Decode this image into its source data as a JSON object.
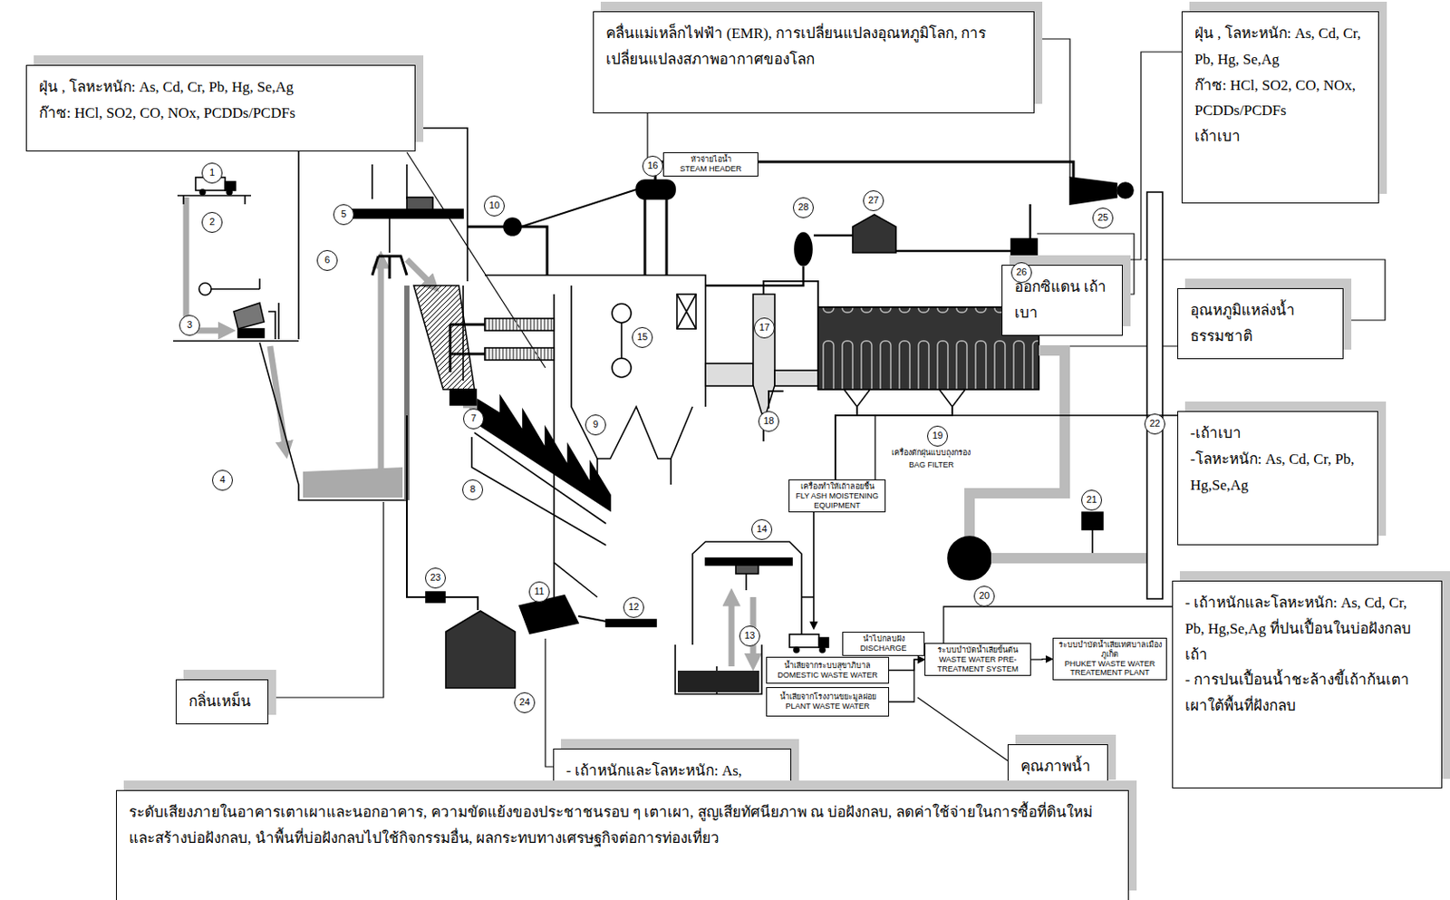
{
  "diagram": {
    "nodes": [
      {
        "text": [
          "ฝุ่น , โลหะหนัก: As, Cd, Cr, Pb, Hg, Se,Ag",
          "ก๊าซ: HCl, SO2, CO, NOx, PCDDs/PCDFs"
        ]
      },
      {
        "text": [
          "คลื่นแม่เหล็กไฟฟ้า (EMR), การเปลี่ยนแปลงอุณหภูมิโลก, การเปลี่ยนแปลงสภาพอากาศของโลก"
        ]
      },
      {
        "text": [
          "ฝุ่น , โลหะหนัก: As, Cd, Cr, Pb, Hg, Se,Ag",
          "ก๊าซ: HCl, SO2, CO, NOx, PCDDs/PCDFs",
          "เถ้าเบา"
        ]
      },
      {
        "text": [
          "ออกซิแดน เถ้าเบา"
        ]
      },
      {
        "text": [
          "อุณหภูมิแหล่งน้ำ ธรรมชาติ"
        ]
      },
      {
        "text": [
          "-เถ้าเบา",
          "-โลหะหนัก: As, Cd, Cr, Pb, Hg,Se,Ag"
        ]
      },
      {
        "text": [
          "- เถ้าหนักและโลหะหนัก: As, Cd, Cr, Pb, Hg,Se,Ag ที่ปนเปื้อนในบ่อฝังกลบเถ้า",
          "- การปนเปื้อนน้ำชะล้างขี้เถ้าก้นเตาเผาใต้พื้นที่ฝังกลบ"
        ]
      },
      {
        "text": [
          "กลิ่นเหม็น"
        ]
      },
      {
        "text": [
          "- เถ้าหนักและโลหะหนัก: As,"
        ]
      },
      {
        "text": [
          "คุณภาพน้ำ"
        ]
      },
      {
        "text": [
          "ระดับเสียงภายในอาคารเตาเผาและนอกอาคาร, ความขัดแย้งของประชาชนรอบ ๆ เตาเผา, สูญเสียทัศนียภาพ ณ บ่อฝังกลบ, ลดค่าใช้จ่ายในการซื้อที่ดินใหม่และสร้างบ่อฝังกลบ, นำพื้นที่บ่อฝังกลบไปใช้กิจกรรมอื่น, ผลกระทบทางเศรษฐกิจต่อการท่องเที่ยว"
        ]
      },
      {
        "text": [
          "หัวจ่ายไอน้ำ",
          "STEAM HEADER"
        ]
      },
      {
        "text": [
          "เครื่องทำให้เถ้าลอยชื้น",
          "FLY ASH MOISTENING EQUIPMENT"
        ]
      },
      {
        "text": [
          "นำไปกลบฝัง",
          "DISCHARGE"
        ]
      },
      {
        "text": [
          "น้ำเสียจากระบบสุขาภิบาล",
          "DOMESTIC WASTE WATER"
        ]
      },
      {
        "text": [
          "น้ำเสียจากโรงงานขยะมูลฝอย",
          "PLANT WASTE WATER"
        ]
      },
      {
        "text": [
          "ระบบบำบัดน้ำเสียขั้นต้น",
          "WASTE WATER PRE-TREATMENT SYSTEM"
        ]
      },
      {
        "text": [
          "ระบบบำบัดน้ำเสียเทศบาลเมืองภูเก็ต",
          "PHUKET WASTE WATER TREATEMENT PLANT"
        ]
      },
      {
        "text": [
          "1"
        ]
      },
      {
        "text": [
          "2"
        ]
      },
      {
        "text": [
          "3"
        ]
      },
      {
        "text": [
          "4"
        ]
      },
      {
        "text": [
          "5"
        ]
      },
      {
        "text": [
          "6"
        ]
      },
      {
        "text": [
          "7"
        ]
      },
      {
        "text": [
          "8"
        ]
      },
      {
        "text": [
          "9"
        ]
      },
      {
        "text": [
          "10"
        ]
      },
      {
        "text": [
          "11"
        ]
      },
      {
        "text": [
          "12"
        ]
      },
      {
        "text": [
          "13"
        ]
      },
      {
        "text": [
          "14"
        ]
      },
      {
        "text": [
          "15"
        ]
      },
      {
        "text": [
          "16"
        ]
      },
      {
        "text": [
          "17"
        ]
      },
      {
        "text": [
          "18"
        ]
      },
      {
        "text": [
          "19"
        ]
      },
      {
        "text": [
          "20"
        ]
      },
      {
        "text": [
          "21"
        ]
      },
      {
        "text": [
          "22"
        ]
      },
      {
        "text": [
          "23"
        ]
      },
      {
        "text": [
          "24"
        ]
      },
      {
        "text": [
          "25"
        ]
      },
      {
        "text": [
          "26"
        ]
      },
      {
        "text": [
          "27"
        ]
      },
      {
        "text": [
          "28"
        ]
      }
    ],
    "edges": [
      {
        "from": 14,
        "to": 16,
        "arrow": "to"
      },
      {
        "from": 15,
        "to": 16,
        "arrow": "to"
      },
      {
        "from": 16,
        "to": 17,
        "arrow": "to"
      },
      {
        "from": 6,
        "to": 13,
        "arrow": "none"
      },
      {
        "from": 5,
        "to": 12,
        "arrow": "none"
      }
    ],
    "labels": [
      "เครื่องดักฝุ่นแบบถุงกรอง",
      "BAG FILTER"
    ]
  }
}
